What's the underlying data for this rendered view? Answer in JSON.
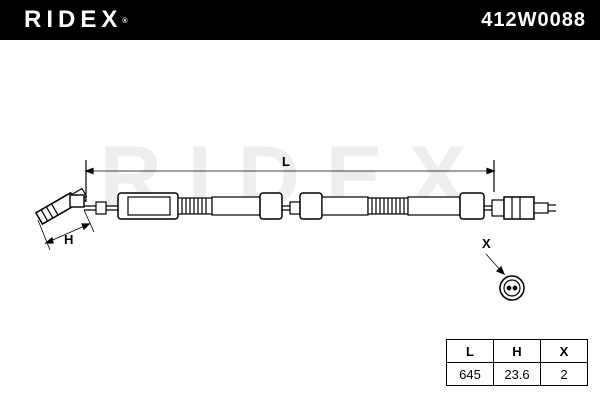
{
  "header": {
    "brand": "RIDEX",
    "brand_mark": "®",
    "part_number": "412W0088"
  },
  "watermark": "RIDEX",
  "drawing": {
    "dimension_length_label": "L",
    "dimension_height_label": "H",
    "detail_view_label": "X"
  },
  "spec_table": {
    "headers": [
      "L",
      "H",
      "X"
    ],
    "values": [
      "645",
      "23.6",
      "2"
    ]
  },
  "colors": {
    "header_bg": "#000000",
    "header_text": "#ffffff",
    "watermark": "#eeeeee",
    "line": "#000000"
  }
}
